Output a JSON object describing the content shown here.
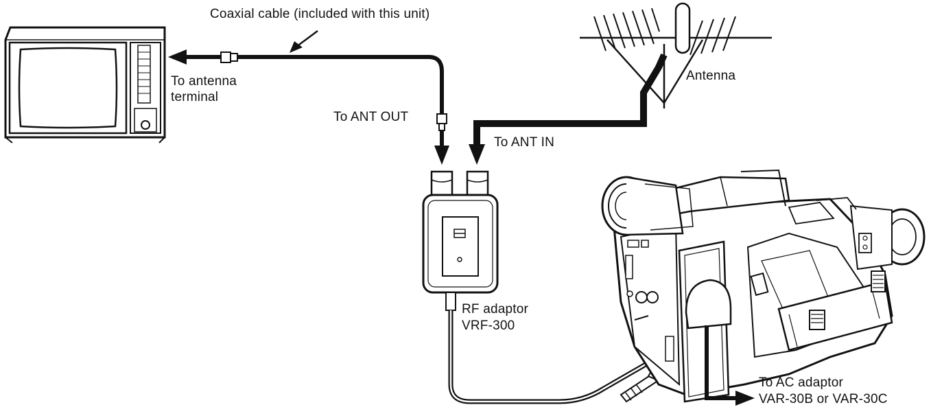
{
  "labels": {
    "coax_cable": "Coaxial cable (included with this unit)",
    "to_antenna_terminal": [
      "To antenna",
      "terminal"
    ],
    "to_ant_out": "To ANT OUT",
    "antenna": "Antenna",
    "to_ant_in": "To ANT IN",
    "rf_adaptor": [
      "RF adaptor",
      "VRF-300"
    ],
    "to_ac_adaptor": [
      "To AC adaptor",
      "VAR-30B or VAR-30C"
    ]
  },
  "colors": {
    "ink": "#111111",
    "paper": "#ffffff"
  }
}
